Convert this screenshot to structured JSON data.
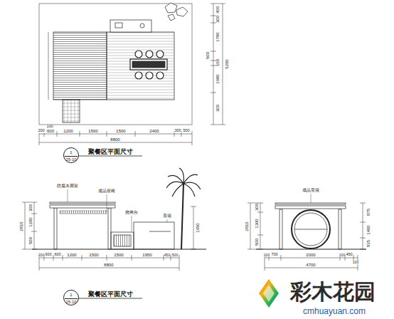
{
  "diagram": {
    "nodes": [
      {
        "text": [
          "1",
          "25-10"
        ]
      },
      {
        "text": [
          "1",
          "25-10"
        ]
      }
    ],
    "labels": [
      "400",
      "300",
      "1780",
      "500",
      "100",
      "1680",
      "300",
      "5200",
      "200",
      "600",
      "1200",
      "1500",
      "1500",
      "2400",
      "300",
      "500",
      "100",
      "8800",
      "聚餐区平面尺寸",
      "200",
      "600",
      "600",
      "1200",
      "1500",
      "1500",
      "1950",
      "450",
      "500",
      "8800",
      "2810",
      "300",
      "1200",
      "500",
      "1650",
      "防腐木廊架",
      "成品座椅",
      "烧烤台",
      "景墙",
      "聚餐区平面尺寸",
      "成品景墙",
      "100",
      "700",
      "2000",
      "100",
      "450",
      "100",
      "4700",
      "2810",
      "300",
      "1300",
      "500",
      "875",
      "1400",
      "835",
      "彩木花园",
      "cmhuayuan.com"
    ]
  }
}
